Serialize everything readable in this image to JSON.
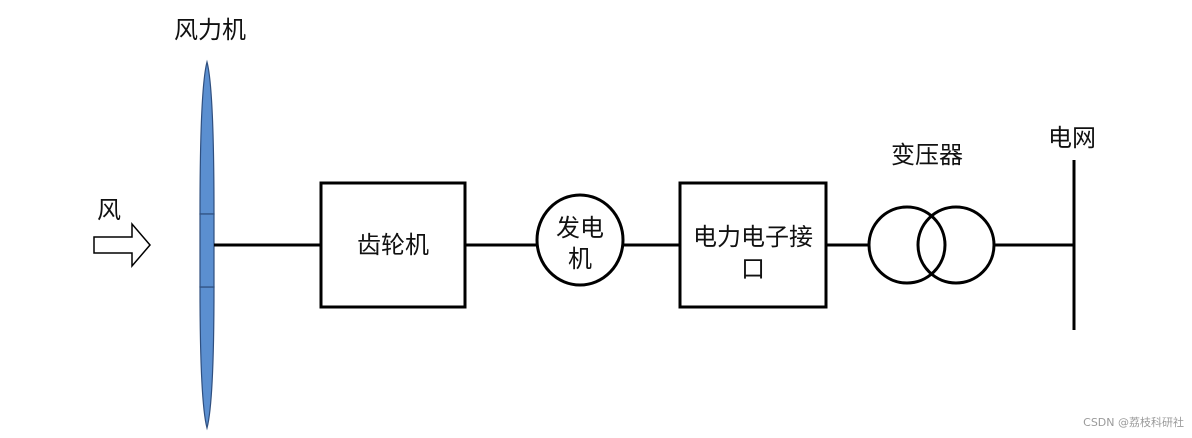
{
  "labels": {
    "wind_turbine": "风力机",
    "wind": "风",
    "transformer": "变压器",
    "grid": "电网"
  },
  "blocks": {
    "gearbox": "齿轮机",
    "generator_line1": "发电",
    "generator_line2": "机",
    "power_electronics_line1": "电力电子接",
    "power_electronics_line2": "口"
  },
  "watermark": "CSDN @荔枝科研社",
  "colors": {
    "blade_fill": "#5b8fd0",
    "blade_stroke": "#2f4f7f",
    "line": "#000000"
  }
}
